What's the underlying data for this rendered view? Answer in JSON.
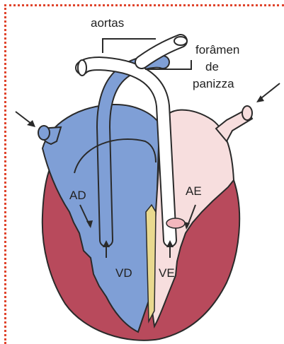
{
  "labels": {
    "aortas": "aortas",
    "foramen_line1": "forâmen",
    "foramen_line2": "de",
    "foramen_line3": "panizza",
    "ad": "AD",
    "ae": "AE",
    "vd": "VD",
    "ve": "VE"
  },
  "colors": {
    "border": "#e0442c",
    "right_side_blue": "#7f9fd6",
    "ventricle_red": "#b84a5c",
    "left_side_pink": "#f7dede",
    "outline": "#2a2a2a",
    "septum_yellow": "#e9d98f"
  }
}
